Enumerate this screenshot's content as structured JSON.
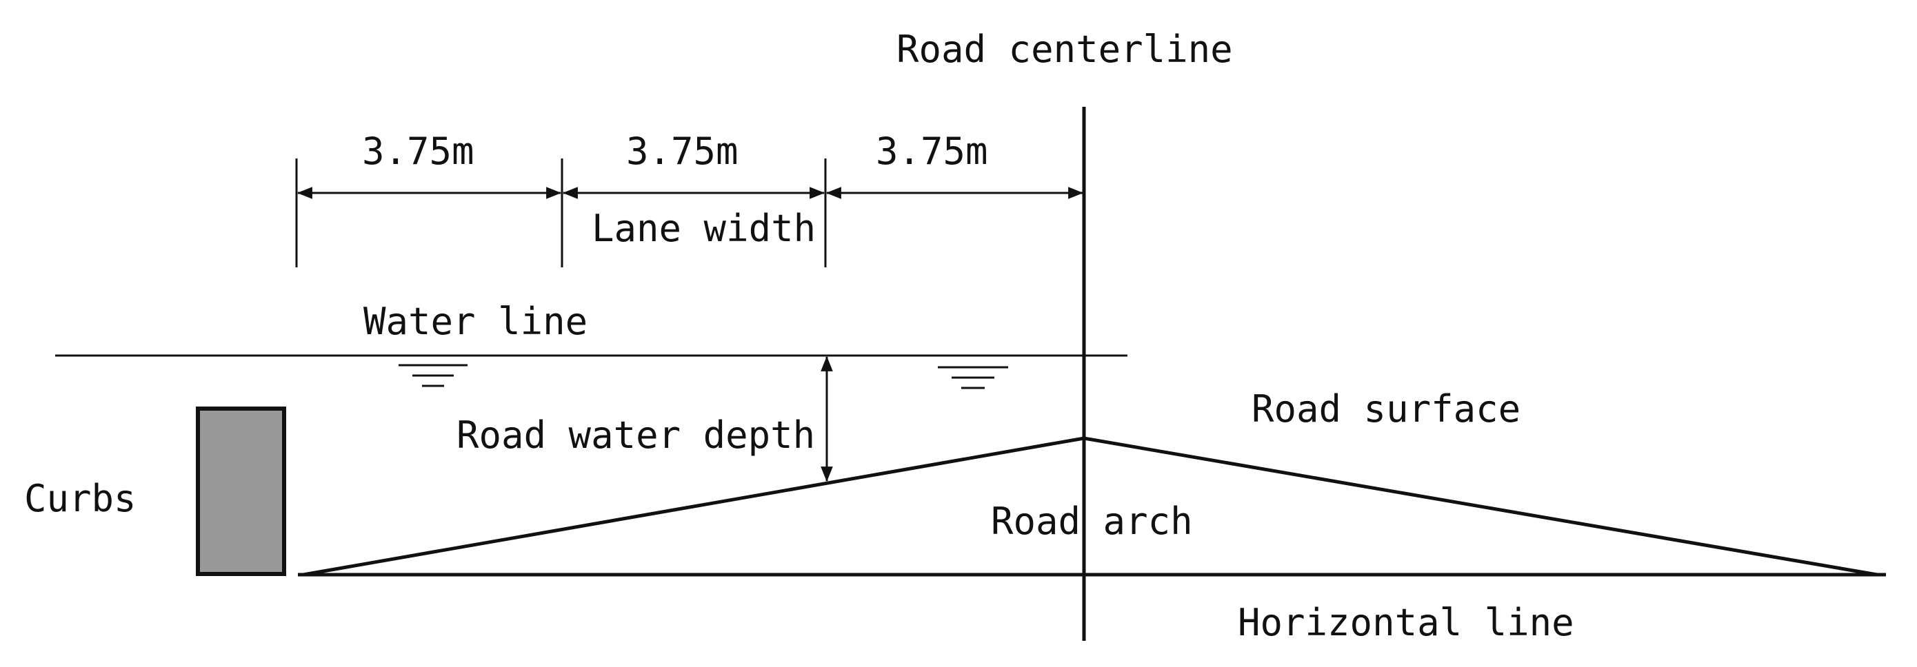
{
  "labels": {
    "road_centerline": "Road centerline",
    "lane_widths": [
      "3.75m",
      "3.75m",
      "3.75m"
    ],
    "lane_width": "Lane width",
    "water_line": "Water line",
    "road_water_depth": "Road water depth",
    "road_surface": "Road surface",
    "road_arch": "Road arch",
    "curbs": "Curbs",
    "horizontal_line": "Horizontal line"
  },
  "colors": {
    "line": "#111111",
    "curb_fill": "#999999",
    "background": "#ffffff"
  }
}
